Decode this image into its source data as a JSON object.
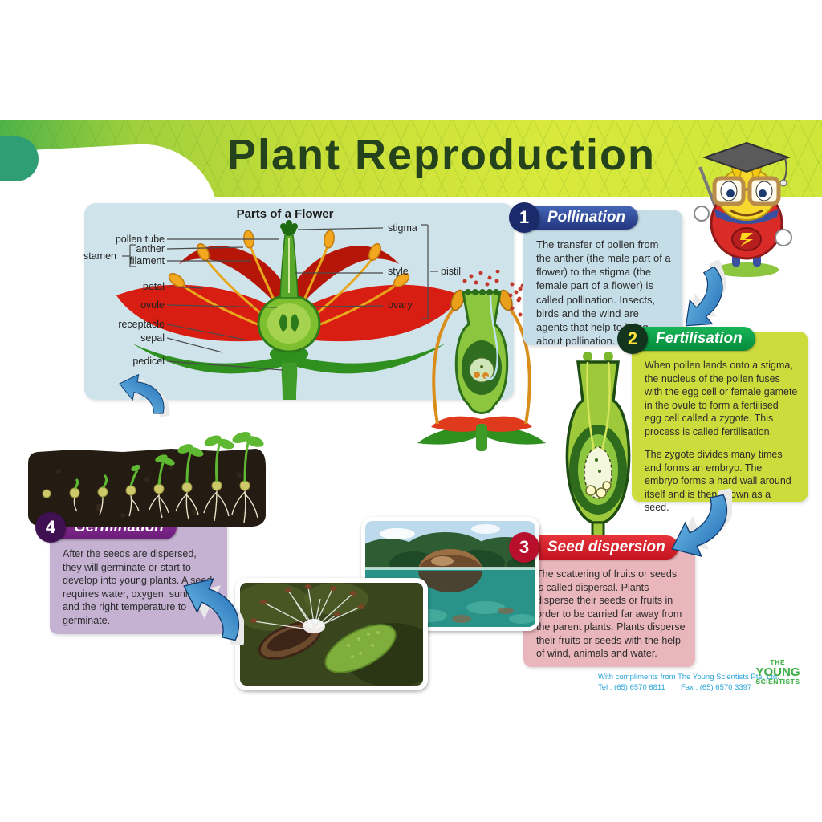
{
  "poster": {
    "title": "Plant Reproduction",
    "flower": {
      "title": "Parts of a Flower",
      "labels": {
        "pollen_tube": "pollen tube",
        "stamen": "stamen",
        "anther": "anther",
        "filament": "filament",
        "petal": "petal",
        "ovule": "ovule",
        "receptacle": "receptacle",
        "sepal": "sepal",
        "pedicel": "pedicel",
        "stigma": "stigma",
        "style": "style",
        "ovary": "ovary",
        "pistil": "pistil"
      }
    },
    "sections": [
      {
        "number": "1",
        "title": "Pollination",
        "paragraphs": [
          "The transfer of pollen from the anther (the male part of a flower) to the stigma (the female part of a flower) is called pollination. Insects, birds and the wind are agents that help to bring about pollination."
        ]
      },
      {
        "number": "2",
        "title": "Fertilisation",
        "paragraphs": [
          "When pollen lands onto a stigma, the nucleus of the pollen fuses with the egg cell or female gamete in the ovule to form a fertilised egg cell called a zygote. This process is called fertilisation.",
          "The zygote divides many times and forms an embryo. The embryo forms a hard wall around itself and is then known as a seed."
        ]
      },
      {
        "number": "3",
        "title": "Seed dispersion",
        "paragraphs": [
          "The scattering of fruits or seeds is called dispersal. Plants disperse their seeds or fruits in order to be carried far away from the parent plants. Plants disperse their fruits or seeds with the help of wind, animals and water."
        ]
      },
      {
        "number": "4",
        "title": "Germination",
        "paragraphs": [
          "After the seeds are dispersed, they will germinate or start to develop into young plants. A seed requires water, oxygen, sunlight and the right temperature to germinate."
        ]
      }
    ],
    "footer": {
      "compliments": "With compliments from The Young Scientists Pte. Ltd.",
      "tel": "Tel : (65) 6570 6811",
      "fax": "Fax : (65) 6570 3397",
      "logo": {
        "line1": "THE",
        "line2": "YOUNG",
        "line3": "SCIENTISTS"
      }
    },
    "colors": {
      "banner_green": "#4fb348",
      "banner_yellow": "#d9e93c",
      "title_text": "#24431d",
      "pollination_blue": "#24367e",
      "fertilisation_green": "#0ea24c",
      "seed_red": "#c31420",
      "germination_purple": "#6b1d77",
      "arrow_blue": "#2d7fc1",
      "footer_blue": "#2aa4d8",
      "logo_green": "#3fae49"
    }
  }
}
